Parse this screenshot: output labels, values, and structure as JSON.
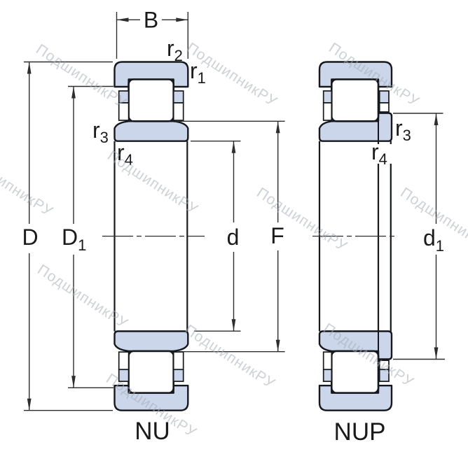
{
  "watermark": {
    "text": "ПодшипникРУ"
  },
  "figures": {
    "left": {
      "caption": "NU"
    },
    "right": {
      "caption": "NUP"
    }
  },
  "dimensions": {
    "B": "B",
    "D": "D",
    "D1": {
      "base": "D",
      "sub": "1"
    },
    "d": "d",
    "F": "F",
    "d1": {
      "base": "d",
      "sub": "1"
    },
    "r1": {
      "base": "r",
      "sub": "1"
    },
    "r2": {
      "base": "r",
      "sub": "2"
    },
    "r3": {
      "base": "r",
      "sub": "3"
    },
    "r4": {
      "base": "r",
      "sub": "4"
    }
  },
  "colors": {
    "bg": "#ffffff",
    "ring-fill": "#cbd6eb",
    "outline": "#15181c",
    "dim-line": "#2e2e2e",
    "label": "#1a1a1a",
    "watermark": "#a7adb8"
  }
}
